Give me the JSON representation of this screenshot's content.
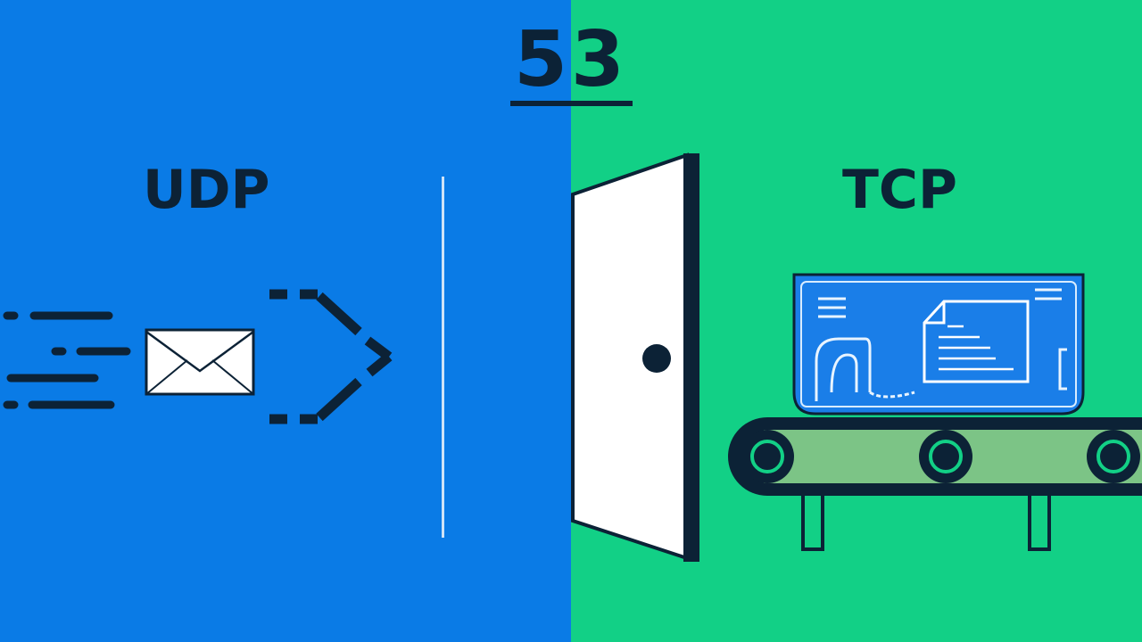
{
  "port": "53",
  "left": {
    "protocol": "UDP"
  },
  "right": {
    "protocol": "TCP"
  },
  "colors": {
    "udp_blue": "#0a7be6",
    "tcp_green": "#12d086",
    "ink": "#0c2236",
    "door": "#ffffff",
    "belt": "#7cc486",
    "screen": "#1a7ee8"
  },
  "icons": {
    "udp_speed_lines": "speed-lines-icon",
    "udp_envelope": "envelope-icon",
    "udp_arrow": "dashed-chevron-icon",
    "door": "open-door-icon",
    "document": "document-icon",
    "conveyor": "conveyor-belt-icon"
  }
}
